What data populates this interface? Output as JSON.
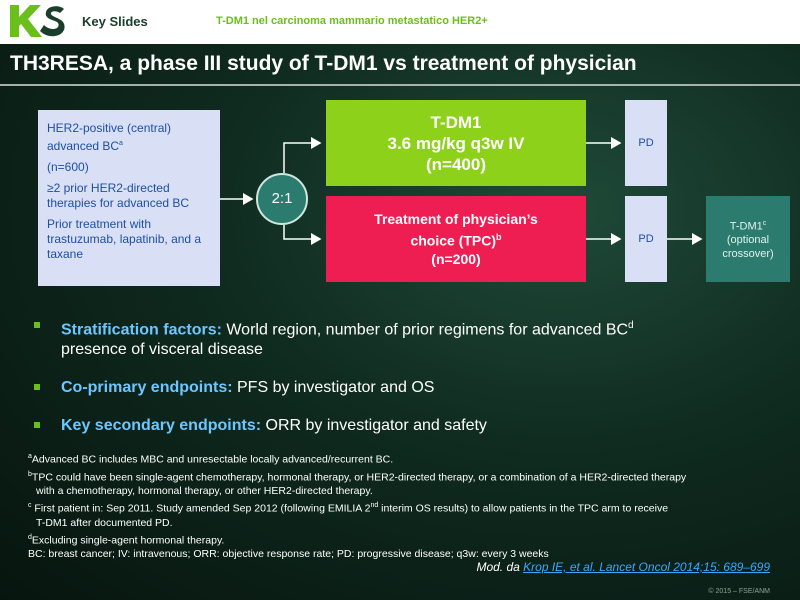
{
  "header": {
    "brand": "Key Slides",
    "topic": "T-DM1 nel carcinoma mammario metastatico HER2+",
    "logo_letters": "KS"
  },
  "slide_title": "TH3RESA, a phase III study of T-DM1 vs treatment of physician",
  "criteria": {
    "line1": "HER2-positive (central) advanced BC",
    "line1_sup": "a",
    "line2": "(n=600)",
    "line3": "≥2 prior HER2-directed therapies for advanced BC",
    "line4": "Prior treatment with trastuzumab, lapatinib, and a taxane"
  },
  "randomization": "2:1",
  "arm_tdm1": {
    "line1": "T-DM1",
    "line2": "3.6 mg/kg q3w IV",
    "line3": "(n=400)"
  },
  "arm_tpc": {
    "line1": "Treatment of physician’s",
    "line2": "choice (TPC)",
    "line2_sup": "b",
    "line3": "(n=200)"
  },
  "pd_label": "PD",
  "crossover": {
    "line1": "T-DM1",
    "line1_sup": "c",
    "line2": "(optional crossover)"
  },
  "bullets": [
    {
      "label": "Stratification factors:",
      "text": " World region, number of prior regimens for advanced BC",
      "sup": "d",
      "text2": "presence of visceral disease"
    },
    {
      "label": "Co-primary endpoints:",
      "text": " PFS by investigator and OS"
    },
    {
      "label": "Key secondary endpoints:",
      "text": " ORR by investigator and safety"
    }
  ],
  "footnotes": {
    "a_mark": "a",
    "a_text": "Advanced BC includes MBC and unresectable locally advanced/recurrent BC.",
    "b_mark": "b",
    "b_text1": "TPC could have been single-agent chemotherapy, hormonal therapy, or HER2-directed therapy, or a combination of a HER2-directed therapy",
    "b_text2": "with a chemotherapy, hormonal therapy, or other HER2-directed therapy.",
    "c_mark": "c",
    "c_text1a": " First patient in: Sep 2011. Study amended Sep 2012 (following EMILIA 2",
    "c_text1_sup": "nd",
    "c_text1b": " interim OS results) to allow patients in the TPC arm to receive",
    "c_text2": "T-DM1 after documented PD.",
    "d_mark": "d",
    "d_text": "Excluding single-agent hormonal therapy.",
    "abbrev": "BC: breast cancer; IV: intravenous; ORR: objective response rate; PD: progressive disease; q3w: every 3 weeks"
  },
  "citation": {
    "prefix": "Mod. da ",
    "link": "Krop IE, et al. Lancet Oncol 2014;15: 689–699"
  },
  "copyright": "© 2015 – FSE/ANM",
  "colors": {
    "accent_green": "#8ed11a",
    "accent_red": "#ef1e52",
    "teal": "#2b7b6e",
    "label_blue": "#6ec6ff",
    "box_lavender": "#d9dff5"
  }
}
